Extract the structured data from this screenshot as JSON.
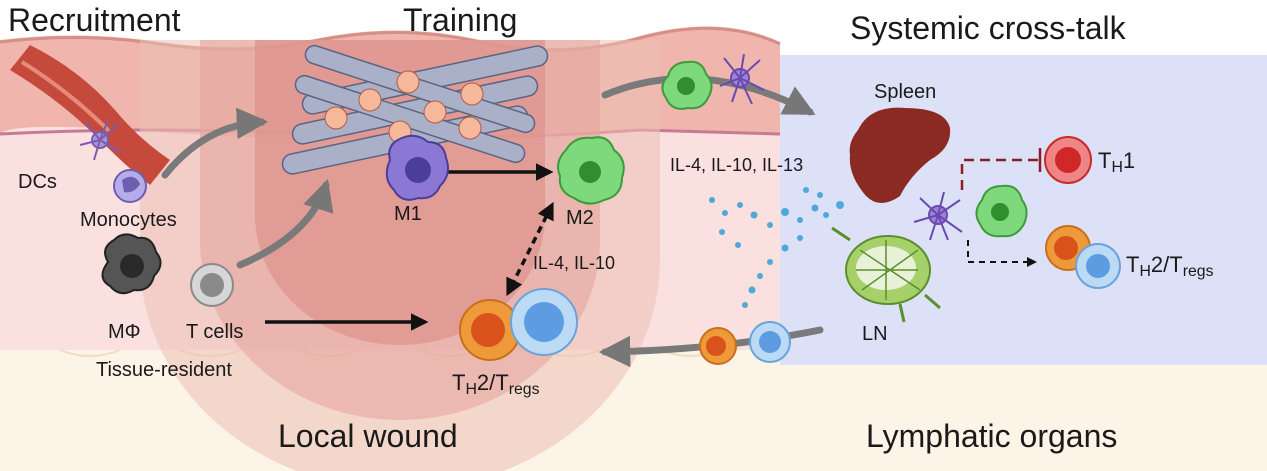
{
  "sections": {
    "recruitment": "Recruitment",
    "training": "Training",
    "systemic": "Systemic cross-talk",
    "local_wound": "Local wound",
    "lymphatic": "Lymphatic organs"
  },
  "cells": {
    "dcs": "DCs",
    "monocytes": "Monocytes",
    "macrophage": "MΦ",
    "t_cells": "T cells",
    "tissue_resident": "Tissue-resident",
    "m1": "M1",
    "m2": "M2",
    "spleen": "Spleen",
    "ln": "LN"
  },
  "cytokines": {
    "local": "IL-4, IL-10",
    "systemic": "IL-4, IL-10, IL-13"
  },
  "th1": {
    "main": "T",
    "sub1": "H",
    "tail": "1"
  },
  "th2_tregs": {
    "main": "T",
    "sub1": "H",
    "mid": "2/T",
    "sub2": "regs"
  },
  "colors": {
    "dermis": "#fbe0e0",
    "hypodermis": "#fcf4e6",
    "lymphatic_panel": "#dde1f8",
    "wound": "#dc7f7a",
    "m2_cell": "#7ed87c",
    "th2_cell": "#ef9a3a",
    "treg_cell": "#8ec2f2",
    "th1_cell": "#e63b3b",
    "spleen": "#8a2a23",
    "monocyte": "#a79ee0"
  }
}
